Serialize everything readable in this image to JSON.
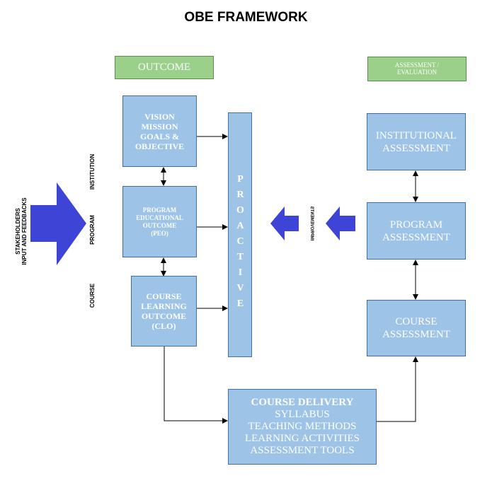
{
  "title": "OBE FRAMEWORK",
  "headers": {
    "outcome": "OUTCOME",
    "assessment_line1": "ASSESSMENT /",
    "assessment_line2": "EVALUATION"
  },
  "left_labels": {
    "stakeholders_line1": "STAKEHOLDERS",
    "stakeholders_line2": "INPUT AND FEEDBACKS",
    "institution": "INSTITUTION",
    "program": "PROGRAM",
    "course": "COURSE"
  },
  "outcome_boxes": {
    "vision": [
      "VISION",
      "MISSION",
      "GOALS &",
      "OBJECTIVE"
    ],
    "peo": [
      "PROGRAM",
      "EDUCATIONAL",
      "OUTCOME",
      "(PEO)"
    ],
    "clo": [
      "COURSE",
      "LEARNING",
      "OUTCOME",
      "(CLO)"
    ]
  },
  "proactive": "PROACTIVE",
  "mirrored_label": "IMPROVEMENTS",
  "assessment_boxes": {
    "institutional": [
      "INSTITUTIONAL",
      "ASSESSMENT"
    ],
    "program": [
      "PROGRAM",
      "ASSESSMENT"
    ],
    "course": [
      "COURSE",
      "ASSESSMENT"
    ]
  },
  "course_delivery": {
    "title": "COURSE DELIVERY",
    "items": [
      "SYLLABUS",
      "TEACHING METHODS",
      "LEARNING ACTIVITIES",
      "ASSESSMENT TOOLS"
    ]
  },
  "colors": {
    "box_fill": "#9dc3e6",
    "box_border": "#3f6fa6",
    "header_fill": "#9ad08a",
    "big_arrow": "#3d44d6"
  }
}
